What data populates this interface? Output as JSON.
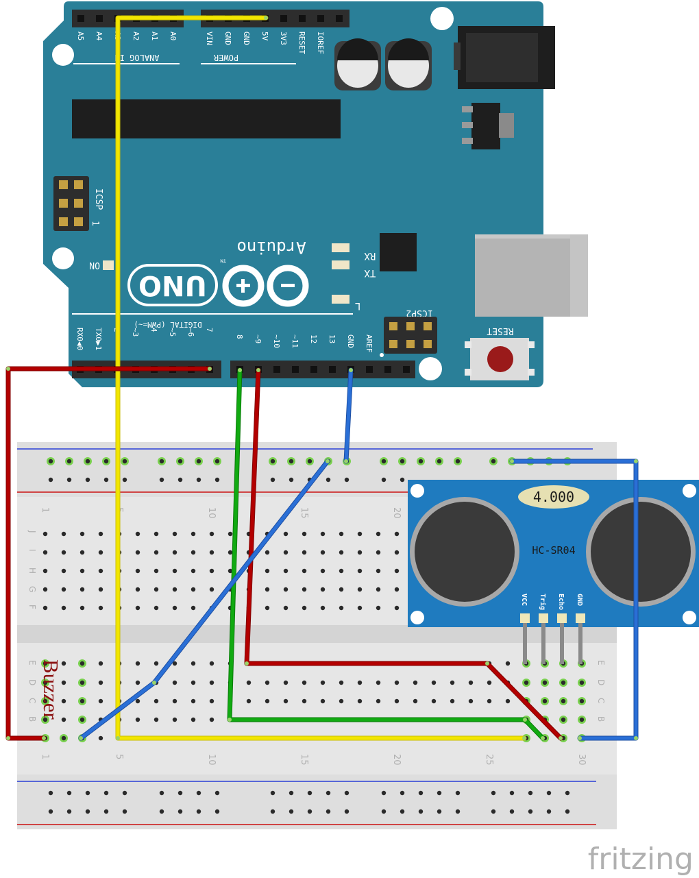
{
  "watermark": "fritzing",
  "arduino": {
    "brand": "Arduino",
    "trademark": "TM",
    "model": "UNO",
    "analog_header_label": "ANALOG IN",
    "power_header_label": "POWER",
    "analog_pins": [
      "A5",
      "A4",
      "A3",
      "A2",
      "A1",
      "A0"
    ],
    "power_pins": [
      "VIN",
      "GND",
      "GND",
      "5V",
      "3V3",
      "RESET",
      "IOREF"
    ],
    "digital_label": "DIGITAL (PWM=~)",
    "digital_pins_left": [
      "RX0◀0",
      "TX0▶1",
      "2",
      "~3",
      "4",
      "~5",
      "~6",
      "7"
    ],
    "digital_pins_right": [
      "8",
      "~9",
      "~10",
      "~11",
      "12",
      "13",
      "GND",
      "AREF"
    ],
    "icsp_label": "ICSP",
    "icsp_pin1": "1",
    "icsp2_label": "ICSP2",
    "on_label": "ON",
    "rx_label": "RX",
    "tx_label": "TX",
    "l_label": "L",
    "reset_label": "RESET"
  },
  "breadboard": {
    "row_letters_top": [
      "J",
      "I",
      "H",
      "G",
      "F"
    ],
    "row_letters_bottom": [
      "E",
      "D",
      "C",
      "B"
    ],
    "column_numbers": [
      "1",
      "5",
      "10",
      "15",
      "20",
      "25",
      "30"
    ]
  },
  "sensor": {
    "model": "HC-SR04",
    "crystal": "4.000",
    "pins": [
      "VCC",
      "Trig",
      "Echo",
      "GND"
    ]
  },
  "buzzer_label": "Buzzer",
  "colors": {
    "board": "#2a7f98",
    "breadboard": "#e6e6e6",
    "sensor": "#1f7bbf",
    "wire_yellow": "#f2e600",
    "wire_red": "#b30000",
    "wire_green": "#11aa11",
    "wire_blue": "#2a6fd6"
  }
}
